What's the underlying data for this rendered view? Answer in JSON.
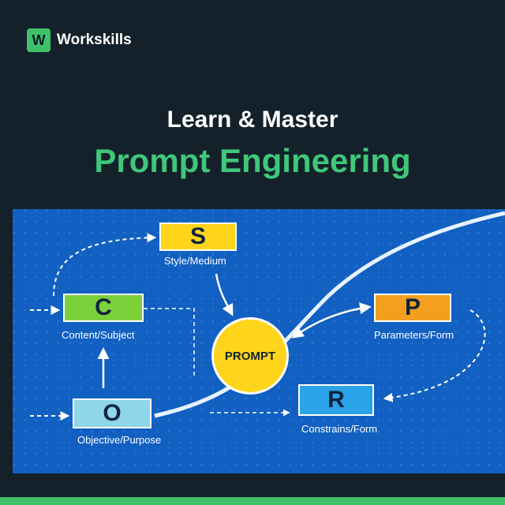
{
  "brand": {
    "logo_letter": "W",
    "name": "Workskills"
  },
  "headline": {
    "line1": "Learn & Master",
    "line2": "Prompt Engineering"
  },
  "diagram": {
    "center": "PROMPT",
    "nodes": [
      {
        "key": "s",
        "letter": "S",
        "label": "Style/Medium",
        "color": "#ffd51c"
      },
      {
        "key": "c",
        "letter": "C",
        "label": "Content/Subject",
        "color": "#7ad13a"
      },
      {
        "key": "o",
        "letter": "O",
        "label": "Objective/Purpose",
        "color": "#8fd6e8"
      },
      {
        "key": "p",
        "letter": "P",
        "label": "Parameters/Form",
        "color": "#f2a01e"
      },
      {
        "key": "r",
        "letter": "R",
        "label": "Constrains/Form",
        "color": "#2aa3e8"
      }
    ]
  },
  "colors": {
    "background": "#14212a",
    "diagram_bg": "#1160c2",
    "accent_green": "#3fc77a"
  }
}
